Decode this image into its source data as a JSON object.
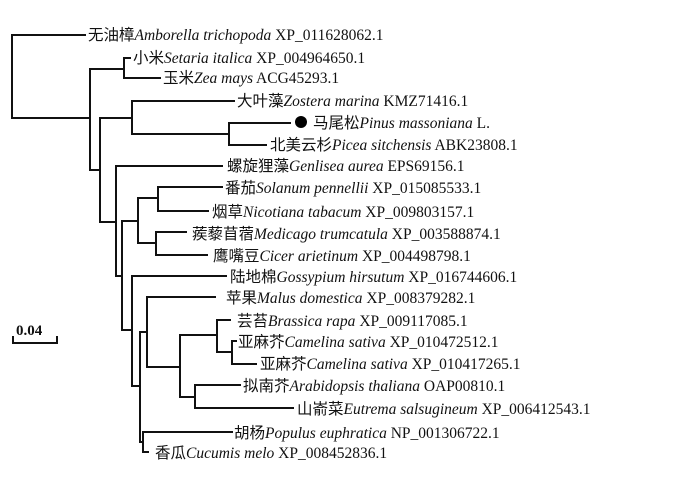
{
  "scale_bar": {
    "label": "0.04"
  },
  "highlight_marker": "filled-circle",
  "taxa": [
    {
      "cn": "无油樟",
      "species": "Amborella trichopoda",
      "accession": "XP_011628062.1"
    },
    {
      "cn": "小米",
      "species": "Setaria italica",
      "accession": "XP_004964650.1"
    },
    {
      "cn": "玉米",
      "species": "Zea mays",
      "accession": "ACG45293.1"
    },
    {
      "cn": "大叶藻",
      "species": "Zostera marina",
      "accession": "KMZ71416.1"
    },
    {
      "cn": "马尾松",
      "species": "Pinus massoniana",
      "accession": "L.",
      "highlight": true
    },
    {
      "cn": "北美云杉",
      "species": "Picea sitchensis",
      "accession": "ABK23808.1"
    },
    {
      "cn": "螺旋狸藻",
      "species": "Genlisea aurea",
      "accession": "EPS69156.1"
    },
    {
      "cn": "番茄",
      "species": "Solanum pennellii",
      "accession": "XP_015085533.1"
    },
    {
      "cn": "烟草",
      "species": "Nicotiana tabacum",
      "accession": "XP_009803157.1"
    },
    {
      "cn": "蒺藜苜蓿",
      "species": "Medicago trumcatula",
      "accession": "XP_003588874.1"
    },
    {
      "cn": "鹰嘴豆",
      "species": "Cicer arietinum",
      "accession": "XP_004498798.1"
    },
    {
      "cn": "陆地棉",
      "species": "Gossypium hirsutum",
      "accession": "XP_016744606.1"
    },
    {
      "cn": "苹果",
      "species": "Malus domestica",
      "accession": "XP_008379282.1"
    },
    {
      "cn": "芸苔",
      "species": "Brassica rapa",
      "accession": "XP_009117085.1"
    },
    {
      "cn": "亚麻芥",
      "species": "Camelina sativa",
      "accession": "XP_010472512.1"
    },
    {
      "cn": "亚麻芥",
      "species": "Camelina sativa",
      "accession": "XP_010417265.1"
    },
    {
      "cn": "拟南芥",
      "species": "Arabidopsis thaliana",
      "accession": "OAP00810.1"
    },
    {
      "cn": "山嵛菜",
      "species": "Eutrema salsugineum",
      "accession": "XP_006412543.1"
    },
    {
      "cn": "胡杨",
      "species": "Populus euphratica",
      "accession": "NP_001306722.1"
    },
    {
      "cn": "香瓜",
      "species": "Cucumis melo",
      "accession": "XP_008452836.1"
    }
  ]
}
